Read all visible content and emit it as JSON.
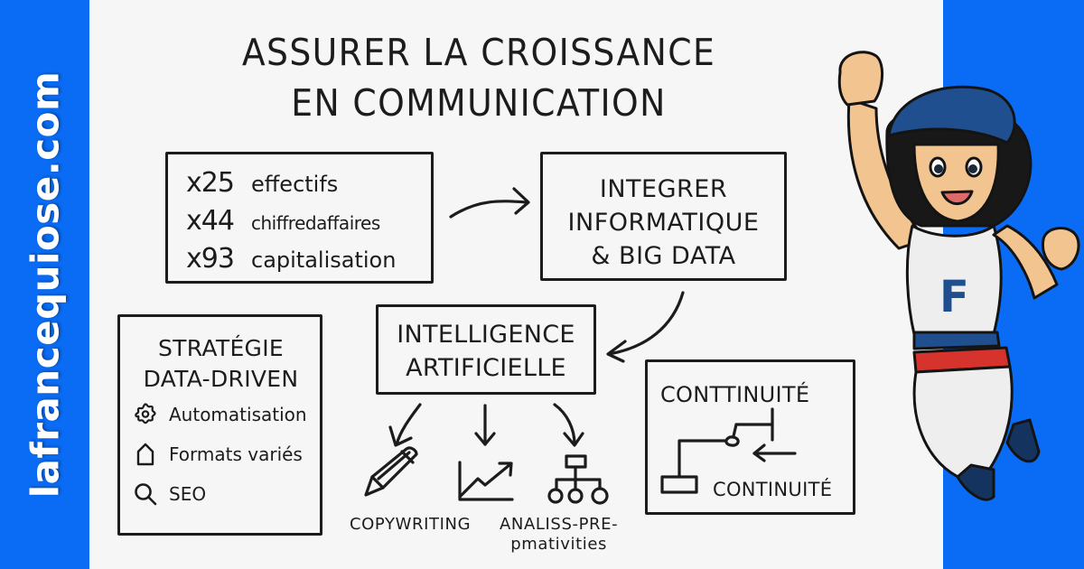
{
  "site": {
    "name": "lafrancequiose.com"
  },
  "colors": {
    "brand_blue": "#0a6cf5",
    "ink": "#1c1c1c",
    "paper": "#f6f6f6",
    "mascot_beret": "#1f4f8f",
    "mascot_red": "#d6332c"
  },
  "title": {
    "line1": "ASSURER LA CROISSANCE",
    "line2": "EN COMMUNICATION"
  },
  "metrics": [
    {
      "multiplier": "x25",
      "label": "effectifs"
    },
    {
      "multiplier": "x44",
      "label": "chiffredaffaires"
    },
    {
      "multiplier": "x93",
      "label": "capitalisation"
    }
  ],
  "integrer": {
    "line1": "INTEGRER",
    "line2": "INFORMATIQUE",
    "line3": "& BIG DATA"
  },
  "strategie": {
    "line1": "STRATÉGIE",
    "line2": "DATA-DRIVEN",
    "features": [
      {
        "icon": "gear-icon",
        "label": "Automatisation"
      },
      {
        "icon": "pentagon-icon",
        "label": "Formats variés"
      },
      {
        "icon": "search-icon",
        "label": "SEO"
      }
    ]
  },
  "ia": {
    "line1": "INTELLIGENCE",
    "line2": "ARTIFICIELLE"
  },
  "outputs": [
    {
      "icon": "pencil-icon",
      "label": "COPYWRITING"
    },
    {
      "icon": "growth-chart-icon",
      "label": ""
    },
    {
      "icon": "org-chart-icon",
      "label_line1": "ANALISS-PRE-",
      "label_line2": "pmativities"
    }
  ],
  "continuite": {
    "title": "CONTTINUITÉ",
    "subtitle": "CONTINUITÉ"
  },
  "mascot": {
    "shirt_letter": "F"
  }
}
